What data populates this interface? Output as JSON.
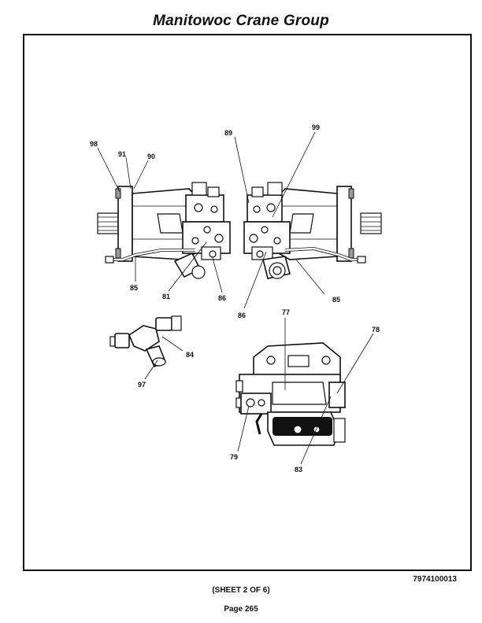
{
  "header": {
    "company": "Manitowoc Crane Group"
  },
  "callouts": {
    "c98": "98",
    "c91": "91",
    "c90": "90",
    "c89": "89",
    "c99": "99",
    "c85a": "85",
    "c81": "81",
    "c86a": "86",
    "c85b": "85",
    "c86b": "86",
    "c77": "77",
    "c78": "78",
    "c84": "84",
    "c97": "97",
    "c79": "79",
    "c83": "83"
  },
  "footer": {
    "doc_number": "7974100013",
    "sheet": "(SHEET 2 OF 6)",
    "page": "Page 265"
  }
}
